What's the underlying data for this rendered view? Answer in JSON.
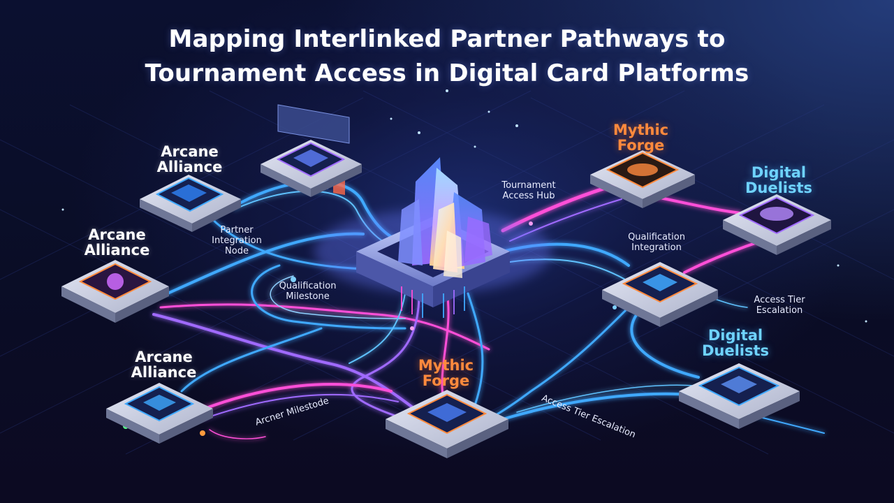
{
  "title": {
    "line1": "Mapping Interlinked Partner Pathways to",
    "line2": "Tournament Access in Digital Card Platforms"
  },
  "partners": {
    "arcane_top": [
      "Arcane",
      "Alliance"
    ],
    "arcane_mid": [
      "Arcane",
      "Alliance"
    ],
    "arcane_bottom": [
      "Arcane",
      "Alliance"
    ],
    "mythic_top": [
      "Mythic",
      "Forge"
    ],
    "mythic_bottom": [
      "Mythic",
      "Forge"
    ],
    "digital_top": [
      "Digital",
      "Duelists"
    ],
    "digital_bottom": [
      "Digital",
      "Duelists"
    ]
  },
  "annotations": {
    "hub": [
      "Tournament",
      "Access Hub"
    ],
    "partner_node": [
      "Partner",
      "Integration",
      "Node"
    ],
    "qual_milestone": [
      "Qualification",
      "Milestone"
    ],
    "qual_integration": [
      "Qualification",
      "Integration"
    ],
    "access_tier_right": [
      "Access Tier",
      "Escalation"
    ],
    "access_tier_bottom": "Access Tier Escalation",
    "arcner_milestone": "Arcner Milestode"
  },
  "colors": {
    "pathway_blue": "#3fa9ff",
    "pathway_pink": "#ff4fd8",
    "pathway_purple": "#a06bff",
    "forge_orange": "#ff8a3d",
    "duelists_cyan": "#6fd3ff"
  }
}
